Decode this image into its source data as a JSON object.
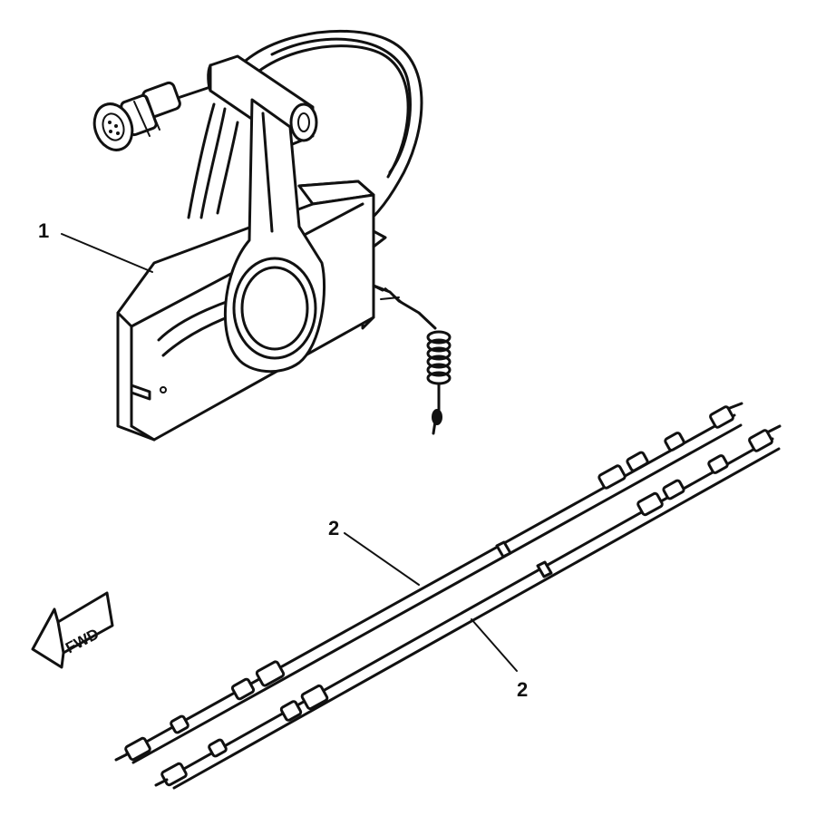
{
  "callouts": {
    "remote_control_box": "1",
    "cable_upper": "2",
    "cable_lower": "2"
  },
  "direction_marker": {
    "label": "FWD"
  }
}
